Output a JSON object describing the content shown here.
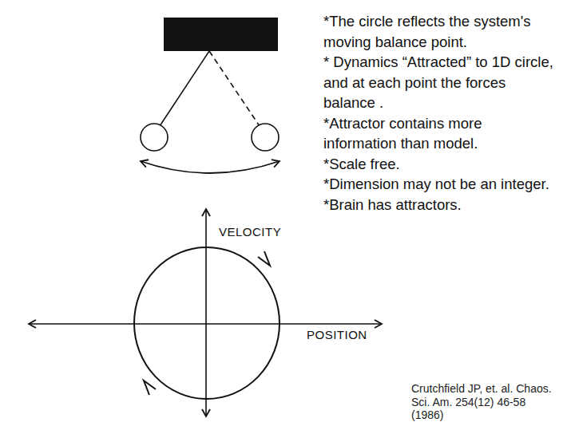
{
  "diagram": {
    "labels": [
      "*The circle reflects the system's moving balance point.",
      "* Dynamics “Attracted” to 1D circle, and at each point the forces balance .",
      "*Attractor contains more information than model.",
      "*Scale free.",
      "*Dimension may not be an integer.",
      "*Brain has attractors.",
      "VELOCITY",
      "POSITION",
      "Crutchfield JP, et. al. Chaos. Sci. Am. 254(12) 46-58 (1986)"
    ]
  }
}
